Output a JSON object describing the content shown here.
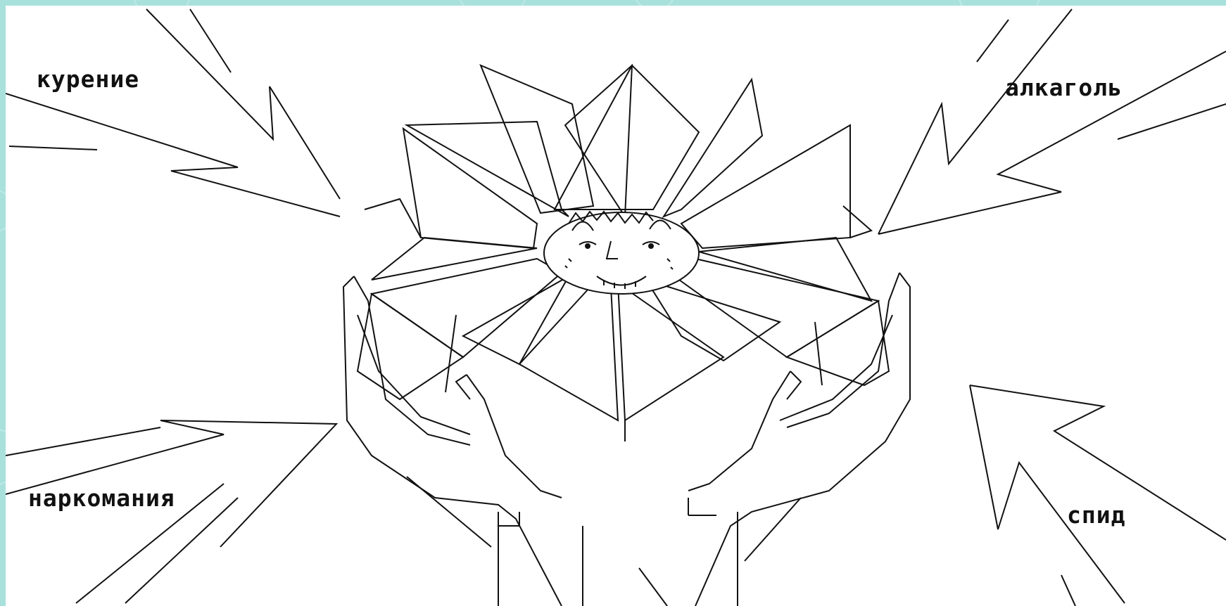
{
  "labels": {
    "smoking": "курение",
    "alcohol": "алкаголь",
    "drugs": "наркомания",
    "aids": "спид"
  },
  "colors": {
    "frame": "#a8e0dc",
    "background": "#ffffff",
    "line": "#111111"
  },
  "icons": {
    "flower": "flower-with-face-icon",
    "hands": "hands-icon",
    "arrows": "lightning-arrow-icon"
  }
}
